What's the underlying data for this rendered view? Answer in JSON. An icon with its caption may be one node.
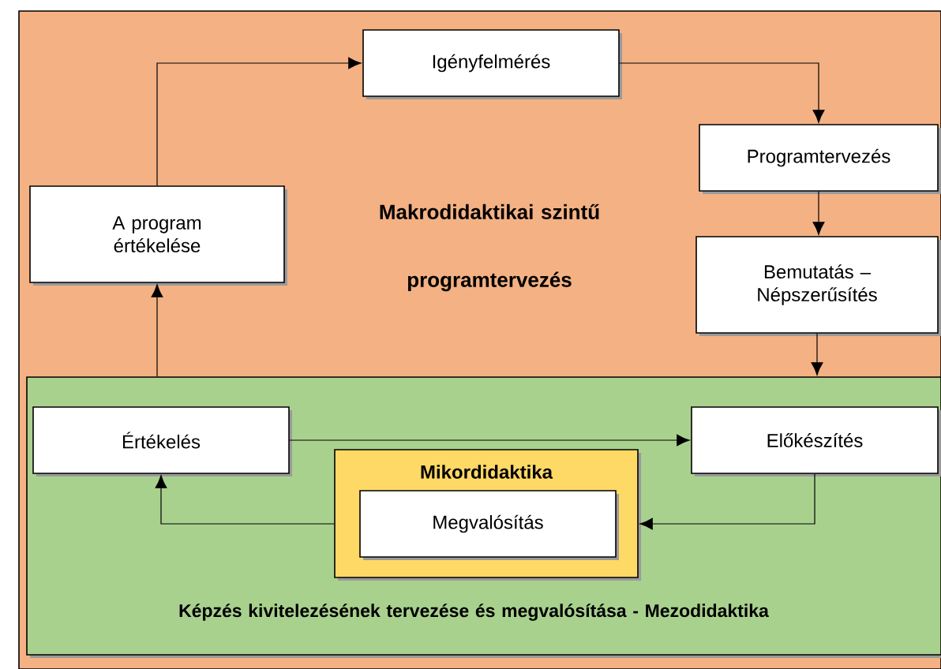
{
  "diagram": {
    "nodes": [
      {
        "text": [
          "Makrodidaktikai szintű programtervezés"
        ]
      },
      {
        "text": [
          "Igényfelmérés"
        ],
        "in": 0
      },
      {
        "text": [
          "A program értékelése"
        ],
        "in": 0
      },
      {
        "text": [
          "Programtervezés"
        ],
        "in": 0
      },
      {
        "text": [
          "Bemutatás – Népszerűsítés"
        ],
        "in": 0
      },
      {
        "text": [
          "Képzés kivitelezésének tervezése és megvalósítása - Mezodidaktika"
        ],
        "in": 0
      },
      {
        "text": [
          "Értékelés"
        ],
        "in": 5
      },
      {
        "text": [
          "Előkészítés"
        ],
        "in": 5
      },
      {
        "text": [
          "Mikordidaktika"
        ],
        "in": 5
      },
      {
        "text": [
          "Megvalósítás"
        ],
        "in": 8
      }
    ],
    "edges": [
      {
        "from": 2,
        "to": 1,
        "arrow": "to"
      },
      {
        "from": 1,
        "to": 3,
        "arrow": "to"
      },
      {
        "from": 3,
        "to": 4,
        "arrow": "to"
      },
      {
        "from": 4,
        "to": 5,
        "arrow": "to"
      },
      {
        "from": 5,
        "to": 2,
        "arrow": "to"
      },
      {
        "from": 6,
        "to": 7,
        "arrow": "to"
      },
      {
        "from": 7,
        "to": 8,
        "arrow": "to"
      },
      {
        "from": 8,
        "to": 6,
        "arrow": "to"
      }
    ]
  }
}
